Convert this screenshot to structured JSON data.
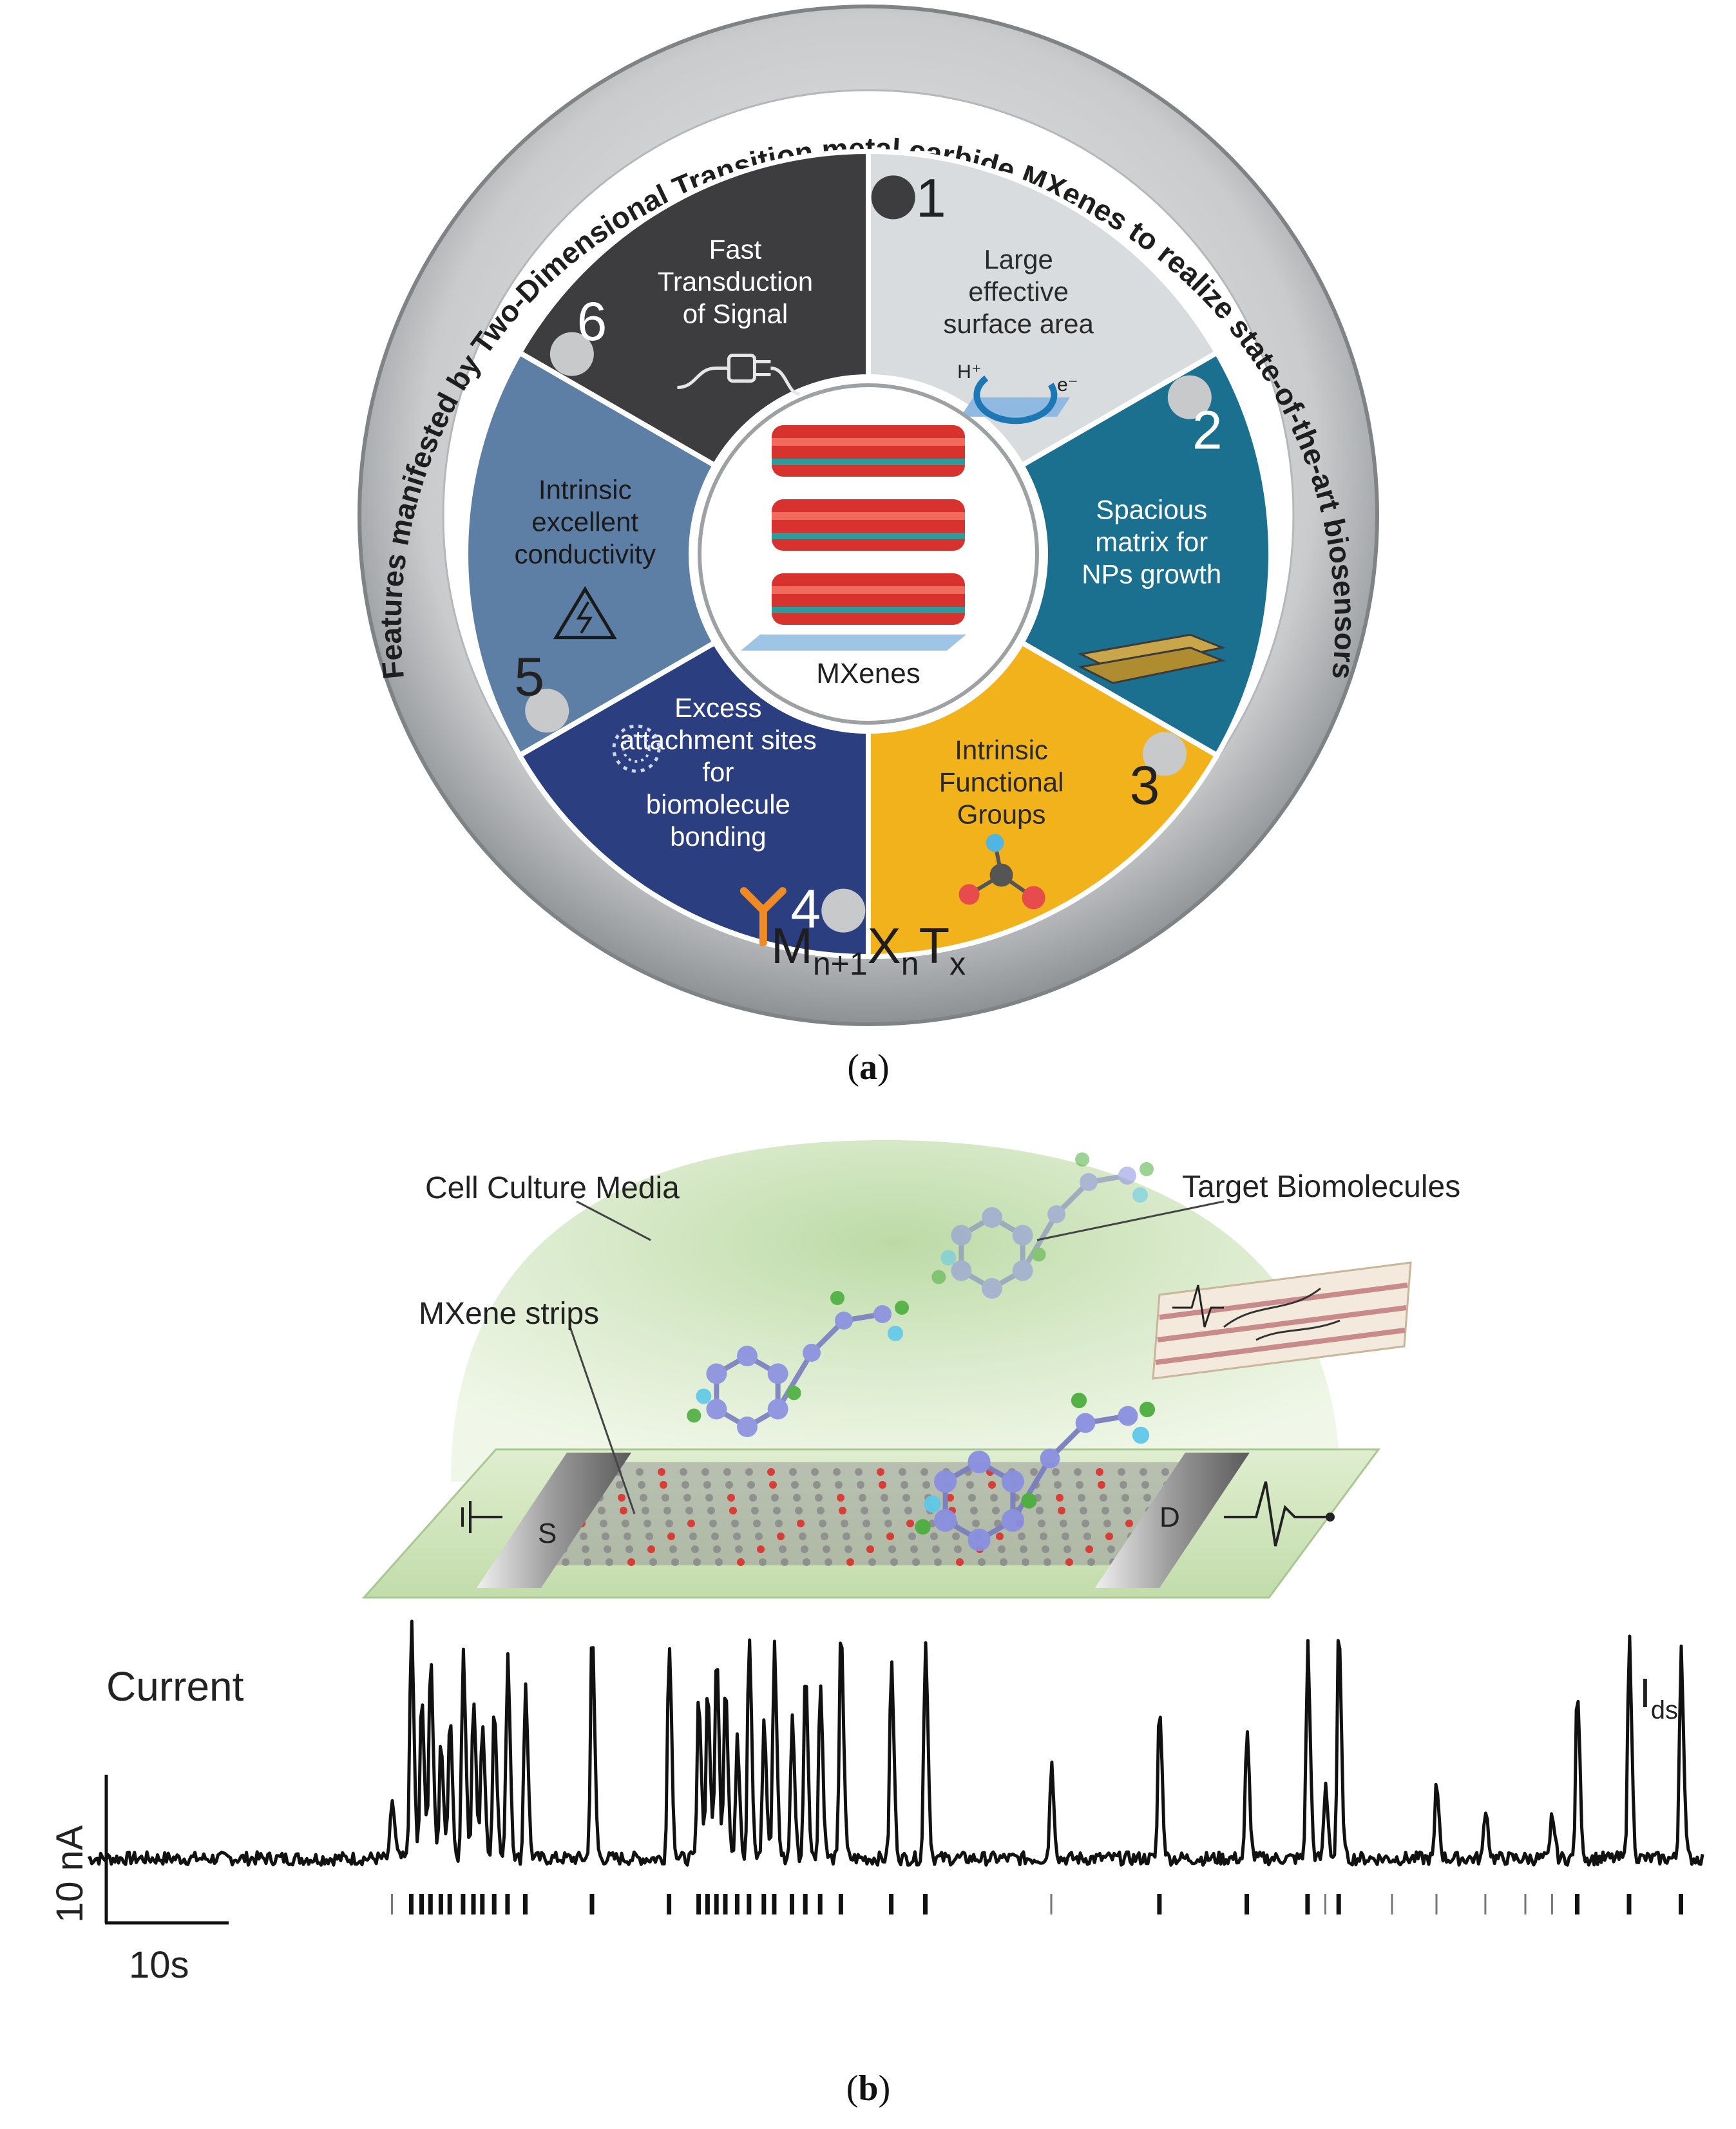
{
  "panel_a": {
    "ring_text": "Features manifested by Two-Dimensional Transition metal carbide MXenes to realize state-of-the-art biosensors",
    "center_label": "MXenes",
    "formula": {
      "m": "M",
      "m_sub": "n+1",
      "x": "X",
      "x_sub": "n",
      "t": "T",
      "t_sub": "x"
    },
    "segments": [
      {
        "number": "1",
        "lines": [
          "Large",
          "effective",
          "surface area"
        ],
        "icon": "surface-area-icon",
        "icon_text_h": "H⁺",
        "icon_text_e": "e⁻",
        "color": "#d9dcdf",
        "text_color": "#2a2a2a"
      },
      {
        "number": "2",
        "lines": [
          "Spacious",
          "matrix for",
          "NPs growth"
        ],
        "icon": "nanoparticle-matrix-icon",
        "color": "#1b6f8f",
        "text_color": "#ffffff"
      },
      {
        "number": "3",
        "lines": [
          "Intrinsic",
          "Functional",
          "Groups"
        ],
        "icon": "molecule-icon",
        "color": "#f2b21c",
        "text_color": "#2a2a2a"
      },
      {
        "number": "4",
        "lines": [
          "Excess",
          "attachment sites",
          "for",
          "biomolecule",
          "bonding"
        ],
        "icon": "antibody-icon",
        "icon2": "virus-icon",
        "color": "#2b3e80",
        "text_color": "#ffffff"
      },
      {
        "number": "5",
        "lines": [
          "Intrinsic",
          "excellent",
          "conductivity"
        ],
        "icon": "high-voltage-icon",
        "color": "#5d7fa6",
        "text_color": "#1a1a1a"
      },
      {
        "number": "6",
        "lines": [
          "Fast",
          "Transduction",
          "of Signal"
        ],
        "icon": "signal-plug-icon",
        "color": "#3d3d3f",
        "text_color": "#ffffff"
      }
    ],
    "caption_letter": "a"
  },
  "panel_b": {
    "labels": {
      "media": "Cell Culture Media",
      "targets": "Target Biomolecules",
      "strips": "MXene strips",
      "source": "S",
      "drain": "D"
    },
    "trace": {
      "title": "Current",
      "label_main": "I",
      "label_sub": "ds",
      "scale_y": "10 nA",
      "scale_x": "10s",
      "baseline_nA": 0,
      "spikes": [
        {
          "t": 14.5,
          "a": 4.0
        },
        {
          "t": 15.8,
          "a": 16.0
        },
        {
          "t": 16.5,
          "a": 11.0
        },
        {
          "t": 17.1,
          "a": 14.0
        },
        {
          "t": 17.8,
          "a": 8.0
        },
        {
          "t": 18.4,
          "a": 9.5
        },
        {
          "t": 19.3,
          "a": 14.0
        },
        {
          "t": 20.0,
          "a": 11.0
        },
        {
          "t": 20.6,
          "a": 9.5
        },
        {
          "t": 21.4,
          "a": 10.5
        },
        {
          "t": 22.3,
          "a": 14.0
        },
        {
          "t": 23.5,
          "a": 12.0
        },
        {
          "t": 28.0,
          "a": 15.5
        },
        {
          "t": 33.2,
          "a": 15.0
        },
        {
          "t": 35.2,
          "a": 11.0
        },
        {
          "t": 35.8,
          "a": 11.5
        },
        {
          "t": 36.4,
          "a": 14.0
        },
        {
          "t": 37.0,
          "a": 12.0
        },
        {
          "t": 37.8,
          "a": 8.0
        },
        {
          "t": 38.6,
          "a": 15.5
        },
        {
          "t": 39.6,
          "a": 9.0
        },
        {
          "t": 40.3,
          "a": 14.5
        },
        {
          "t": 41.5,
          "a": 9.5
        },
        {
          "t": 42.4,
          "a": 13.0
        },
        {
          "t": 43.4,
          "a": 12.0
        },
        {
          "t": 44.8,
          "a": 16.0
        },
        {
          "t": 48.2,
          "a": 13.5
        },
        {
          "t": 50.5,
          "a": 15.0
        },
        {
          "t": 59.0,
          "a": 6.5
        },
        {
          "t": 66.3,
          "a": 10.5
        },
        {
          "t": 72.2,
          "a": 8.5
        },
        {
          "t": 76.3,
          "a": 14.5
        },
        {
          "t": 77.5,
          "a": 5.0
        },
        {
          "t": 78.4,
          "a": 15.5
        },
        {
          "t": 85.0,
          "a": 5.0
        },
        {
          "t": 88.3,
          "a": 3.5
        },
        {
          "t": 92.8,
          "a": 3.0
        },
        {
          "t": 94.5,
          "a": 11.5
        },
        {
          "t": 98.0,
          "a": 15.0
        },
        {
          "t": 101.5,
          "a": 14.5
        }
      ],
      "raster_ticks": [
        14.5,
        15.8,
        16.5,
        17.1,
        17.8,
        18.4,
        19.3,
        20.0,
        20.6,
        21.4,
        22.3,
        23.5,
        28.0,
        33.2,
        35.2,
        35.8,
        36.4,
        37.0,
        37.8,
        38.6,
        39.6,
        40.3,
        41.5,
        42.4,
        43.4,
        44.8,
        48.2,
        50.5,
        59.0,
        66.3,
        72.2,
        76.3,
        77.5,
        78.4,
        82.0,
        85.0,
        88.3,
        91.0,
        92.8,
        94.5,
        98.0,
        101.5
      ]
    },
    "caption_letter": "b"
  }
}
